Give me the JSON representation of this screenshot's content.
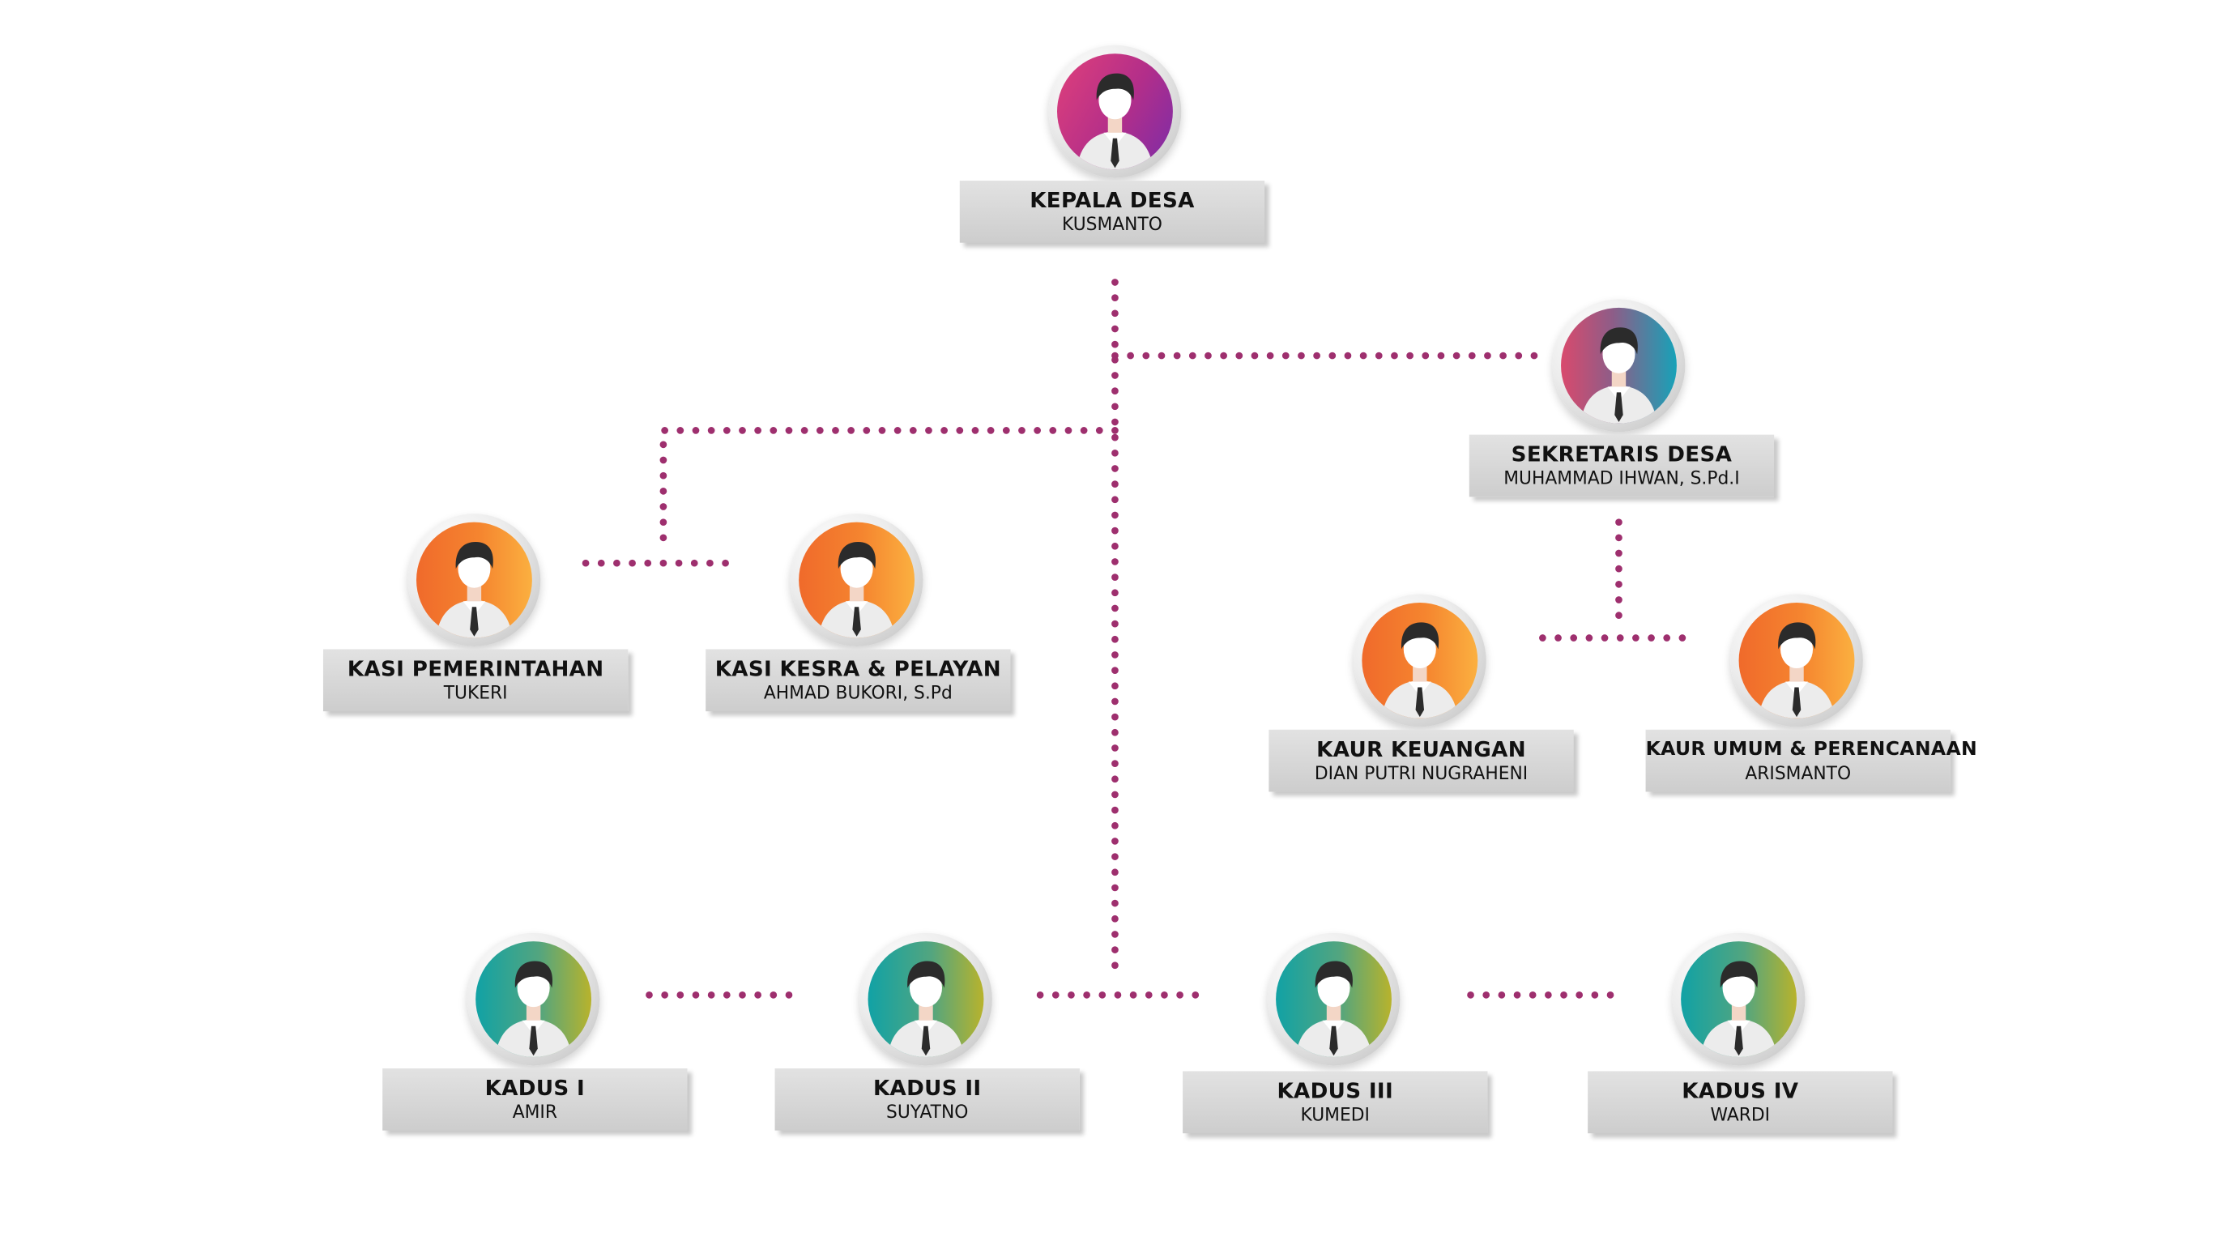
{
  "diagram": {
    "line_color": "#9e2f6e",
    "nodes": [
      {
        "id": "kepala-desa",
        "role": "KEPALA DESA",
        "name": "KUSMANTO",
        "icon": "person-icon",
        "gradient": "purple"
      },
      {
        "id": "sekretaris-desa",
        "role": "SEKRETARIS DESA",
        "name": "MUHAMMAD IHWAN, S.Pd.I",
        "icon": "person-icon",
        "gradient": "teal"
      },
      {
        "id": "kasi-pemerintahan",
        "role": "KASI PEMERINTAHAN",
        "name": "TUKERI",
        "icon": "person-icon",
        "gradient": "orange"
      },
      {
        "id": "kasi-kesra",
        "role": "KASI KESRA & PELAYAN",
        "name": "AHMAD BUKORI, S.Pd",
        "icon": "person-icon",
        "gradient": "orange"
      },
      {
        "id": "kaur-keuangan",
        "role": "KAUR KEUANGAN",
        "name": "DIAN PUTRI NUGRAHENI",
        "icon": "person-icon",
        "gradient": "orange"
      },
      {
        "id": "kaur-umum",
        "role": "KAUR UMUM & PERENCANAAN",
        "name": "ARISMANTO",
        "icon": "person-icon",
        "gradient": "orange"
      },
      {
        "id": "kadus-1",
        "role": "KADUS I",
        "name": "AMIR",
        "icon": "person-icon",
        "gradient": "green"
      },
      {
        "id": "kadus-2",
        "role": "KADUS II",
        "name": "SUYATNO",
        "icon": "person-icon",
        "gradient": "green"
      },
      {
        "id": "kadus-3",
        "role": "KADUS III",
        "name": "KUMEDI",
        "icon": "person-icon",
        "gradient": "green"
      },
      {
        "id": "kadus-4",
        "role": "KADUS IV",
        "name": "WARDI",
        "icon": "person-icon",
        "gradient": "green"
      }
    ]
  }
}
